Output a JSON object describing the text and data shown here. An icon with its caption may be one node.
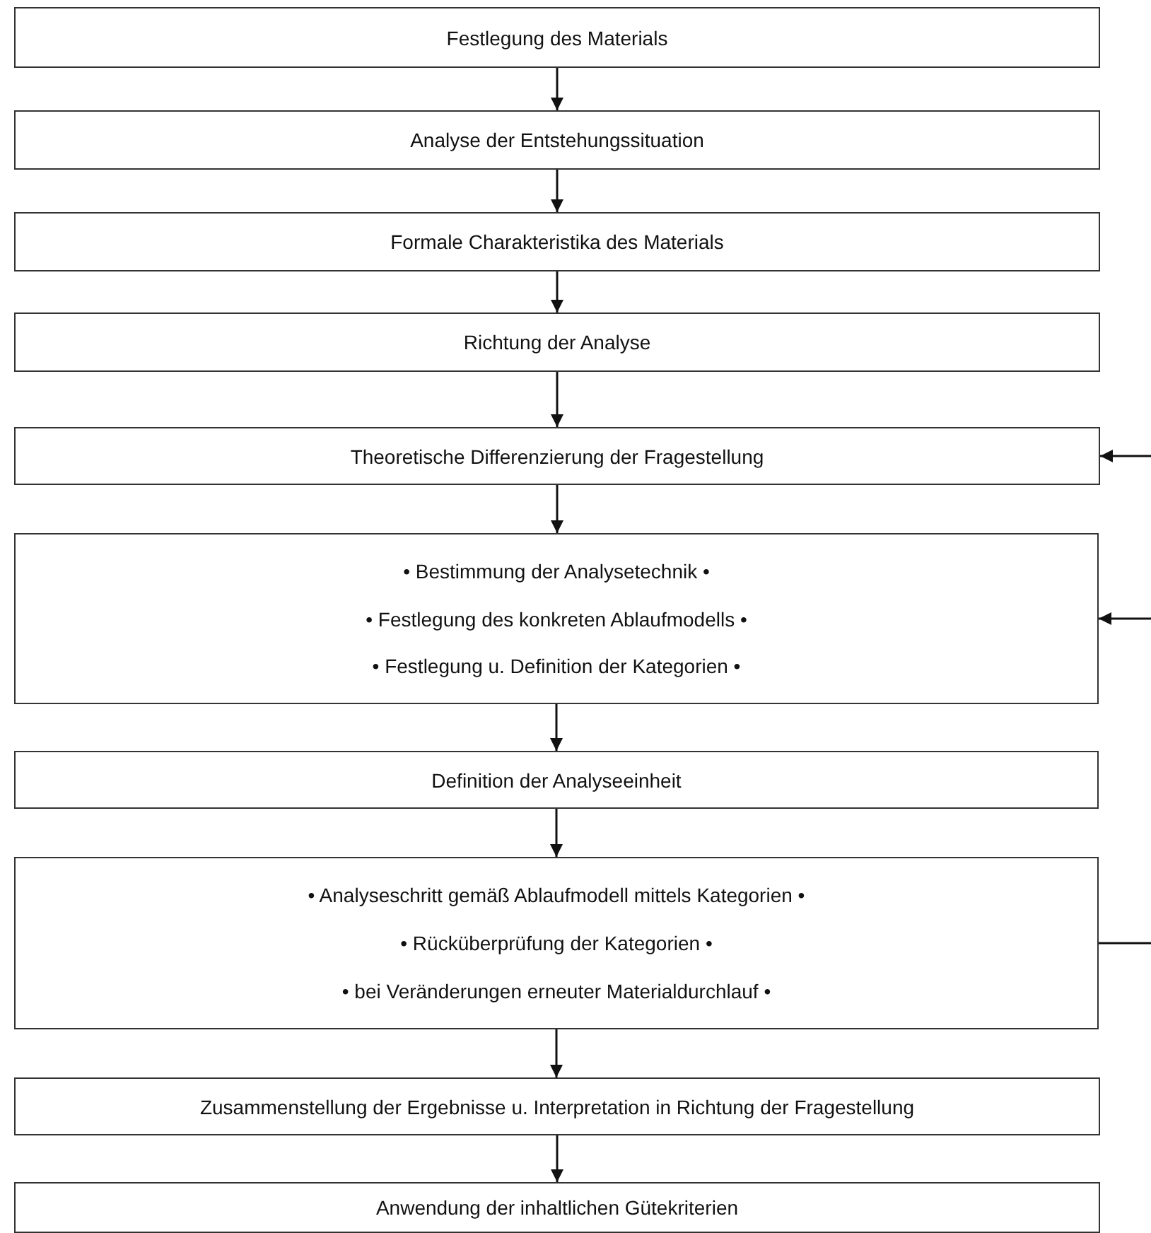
{
  "diagram": {
    "nodes": [
      {
        "text": [
          "Festlegung des Materials"
        ]
      },
      {
        "text": [
          "Analyse der Entstehungssituation"
        ]
      },
      {
        "text": [
          "Formale Charakteristika des Materials"
        ]
      },
      {
        "text": [
          "Richtung der Analyse"
        ]
      },
      {
        "text": [
          "Theoretische Differenzierung der Fragestellung"
        ]
      },
      {
        "text": [
          "• Bestimmung der Analysetechnik •",
          "• Festlegung des konkreten Ablaufmodells •",
          "• Festlegung u. Definition der Kategorien •"
        ]
      },
      {
        "text": [
          "Definition der Analyseeinheit"
        ]
      },
      {
        "text": [
          "• Analyseschritt gemäß Ablaufmodell mittels Kategorien •",
          "• Rücküberprüfung der Kategorien •",
          "• bei Veränderungen erneuter Materialdurchlauf •"
        ]
      },
      {
        "text": [
          "Zusammenstellung der Ergebnisse u. Interpretation in Richtung der Fragestellung"
        ]
      },
      {
        "text": [
          "Anwendung der inhaltlichen Gütekriterien"
        ]
      }
    ],
    "edges": [
      {
        "from": 0,
        "to": 1,
        "arrow": "to"
      },
      {
        "from": 1,
        "to": 2,
        "arrow": "to"
      },
      {
        "from": 2,
        "to": 3,
        "arrow": "to"
      },
      {
        "from": 3,
        "to": 4,
        "arrow": "to"
      },
      {
        "from": 4,
        "to": 5,
        "arrow": "to"
      },
      {
        "from": 5,
        "to": 6,
        "arrow": "to"
      },
      {
        "from": 6,
        "to": 7,
        "arrow": "to"
      },
      {
        "from": 7,
        "to": 8,
        "arrow": "to"
      },
      {
        "from": 8,
        "to": 9,
        "arrow": "to"
      },
      {
        "from": null,
        "to": 4,
        "arrow": "to"
      },
      {
        "from": null,
        "to": 5,
        "arrow": "to"
      },
      {
        "from": 7,
        "to": null,
        "arrow": "none"
      }
    ]
  }
}
